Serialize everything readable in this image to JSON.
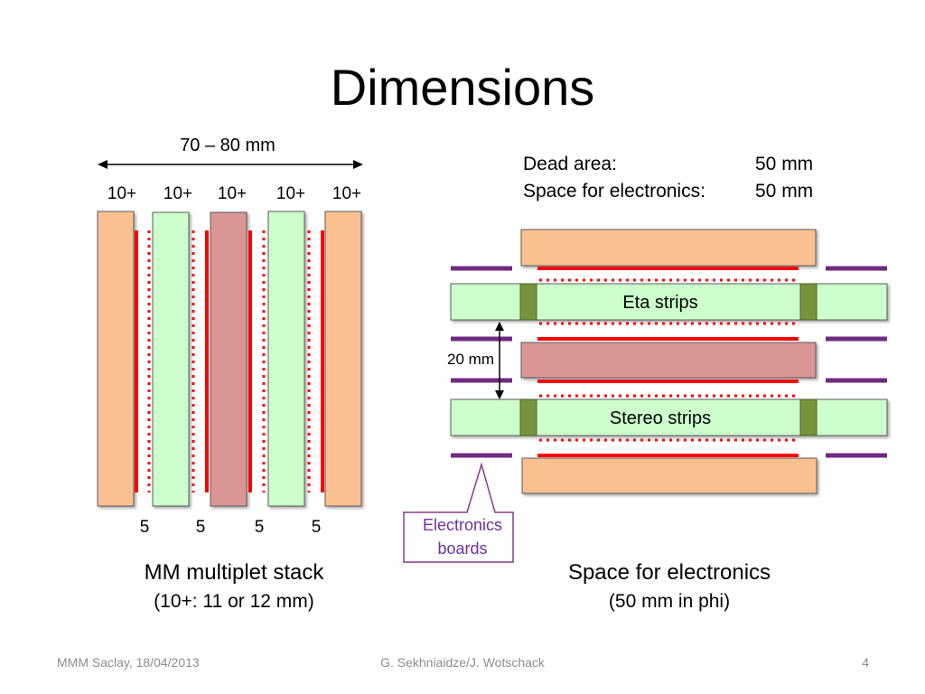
{
  "slide": {
    "title": "Dimensions",
    "footer": {
      "left": "MMM Saclay, 18/04/2013",
      "center": "G. Sekhniaidze/J. Wotschack",
      "page_number": "4"
    }
  },
  "multiplet_stack": {
    "total_width_label": "70 – 80 mm",
    "layer_labels": [
      "10+",
      "10+",
      "10+",
      "10+",
      "10+"
    ],
    "gap_labels": [
      "5",
      "5",
      "5",
      "5"
    ],
    "caption": "MM multiplet stack",
    "subcaption": "(10+: 11 or 12 mm)"
  },
  "electronics_space": {
    "specs": [
      {
        "label": "Dead area:",
        "value": "50 mm"
      },
      {
        "label": "Space for electronics:",
        "value": "50 mm"
      }
    ],
    "eta_strips_label": "Eta strips",
    "stereo_strips_label": "Stereo strips",
    "gap_label": "20 mm",
    "callout_lines": [
      "Electronics",
      "boards"
    ],
    "caption": "Space for electronics",
    "subcaption": "(50 mm in phi)"
  },
  "colors": {
    "panel_orange": "#FAC090",
    "panel_green": "#CCFFCC",
    "panel_pink": "#D99694",
    "strip_red": "#FF0000",
    "board_purple": "#702A80",
    "block_olive": "#77933C",
    "callout_border": "#8B3A8B",
    "callout_text": "#7030A0",
    "footer_gray": "#8C8C8C"
  }
}
